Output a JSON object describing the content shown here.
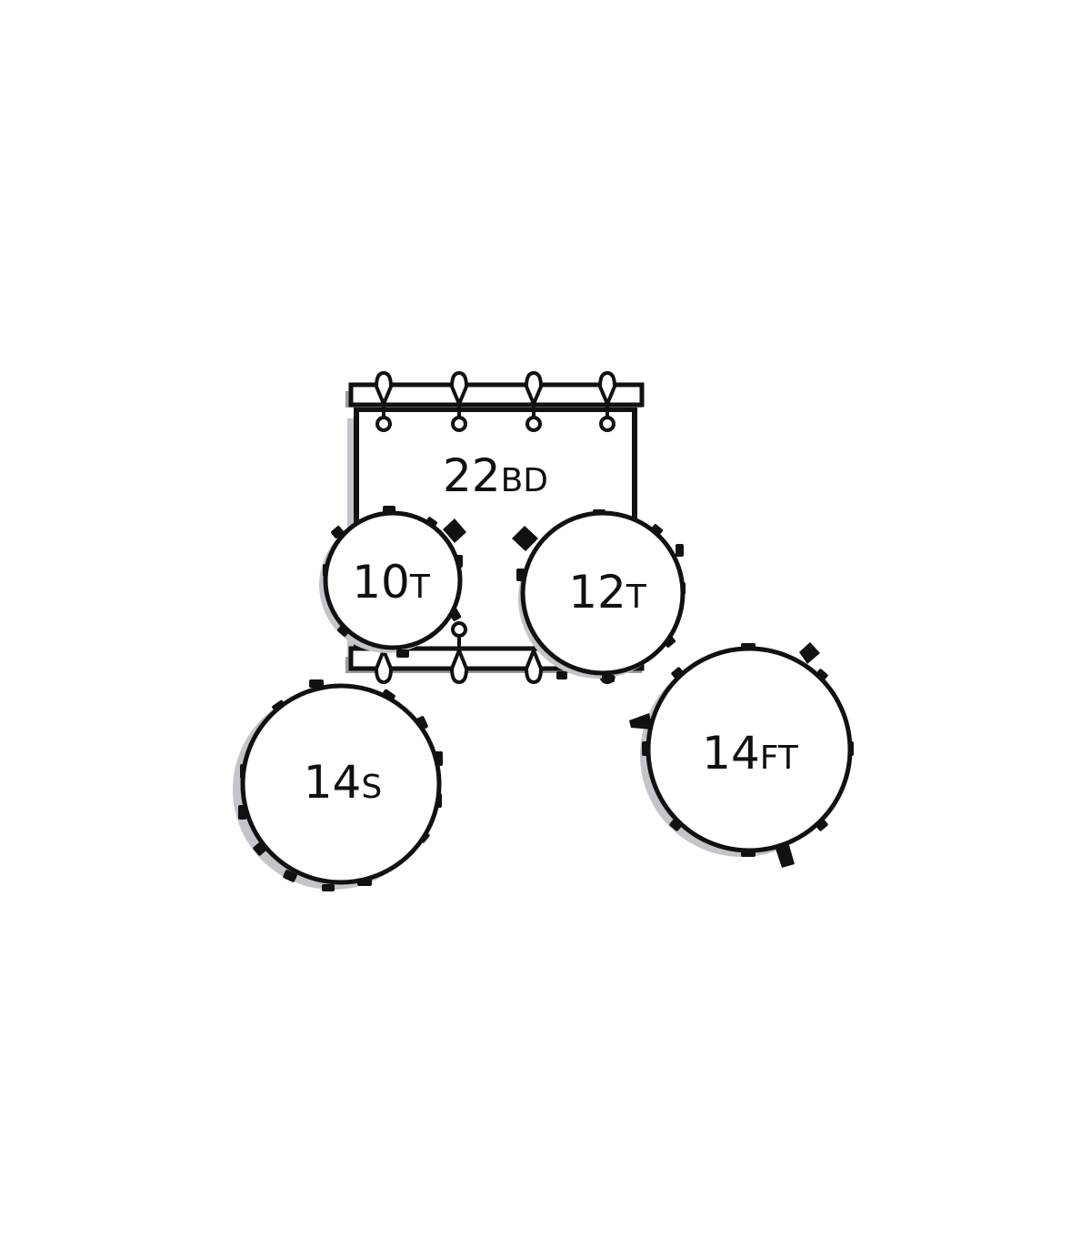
{
  "diagram": {
    "drums": {
      "bass": {
        "size": "22",
        "code": "BD"
      },
      "tom_small": {
        "size": "10",
        "code": "T"
      },
      "tom_large": {
        "size": "12",
        "code": "T"
      },
      "snare": {
        "size": "14",
        "code": "S"
      },
      "floor_tom": {
        "size": "14",
        "code": "FT"
      }
    },
    "colors": {
      "outline": "#111111",
      "fill": "#ffffff",
      "shadow": "#b9b9bf"
    }
  }
}
